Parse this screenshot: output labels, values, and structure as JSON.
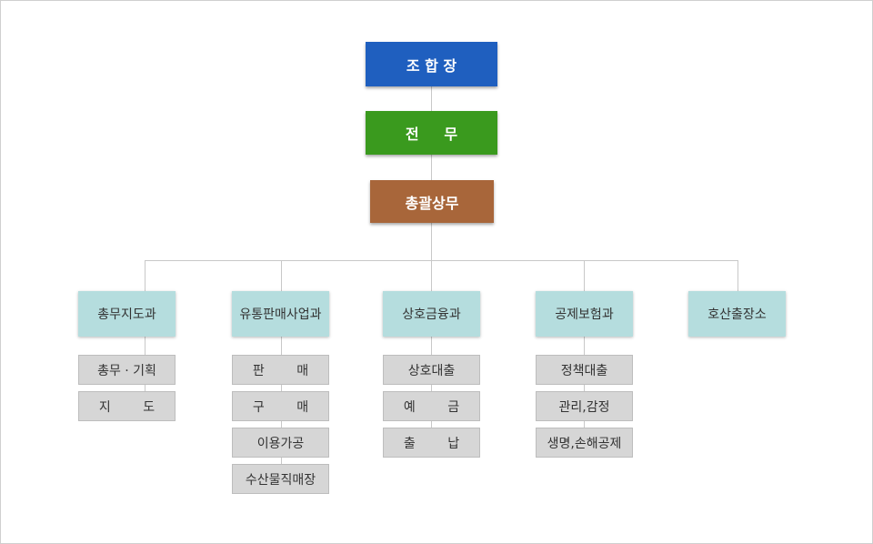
{
  "top": {
    "ceo": "조 합 장",
    "executive": "전     무",
    "general_manager": "총괄상무"
  },
  "departments": [
    {
      "label": "총무지도과",
      "items": [
        "총무 · 기획",
        "지        도"
      ]
    },
    {
      "label": "유통판매사업과",
      "items": [
        "판        매",
        "구        매",
        "이용가공",
        "수산물직매장"
      ]
    },
    {
      "label": "상호금융과",
      "items": [
        "상호대출",
        "예        금",
        "출        납"
      ]
    },
    {
      "label": "공제보험과",
      "items": [
        "정책대출",
        "관리,감정",
        "생명,손해공제"
      ]
    },
    {
      "label": "호산출장소",
      "items": []
    }
  ],
  "colors": {
    "ceo": "#1f5fbf",
    "executive": "#3a9a1e",
    "general_manager": "#a8663a",
    "department": "#b5ddde",
    "sub_item": "#d6d6d6",
    "connector": "#c8c8c8"
  }
}
